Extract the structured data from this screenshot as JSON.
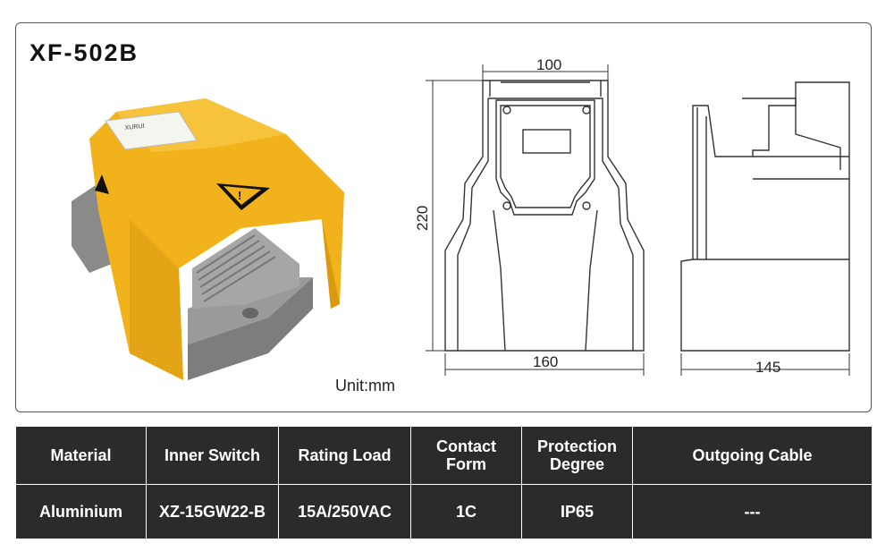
{
  "model": "XF-502B",
  "unit_label": "Unit:mm",
  "dimensions": {
    "front_width": "100",
    "height": "220",
    "base_width": "160",
    "side_depth": "145"
  },
  "product_label_text": "XURUI",
  "table": {
    "headers": [
      "Material",
      "Inner Switch",
      "Rating Load",
      "Contact Form",
      "Protection Degree",
      "Outgoing Cable"
    ],
    "values": [
      "Aluminium",
      "XZ-15GW22-B",
      "15A/250VAC",
      "1C",
      "IP65",
      "---"
    ]
  },
  "colors": {
    "housing_yellow": "#f2b21c",
    "pedal_gray": "#8e8e8e",
    "table_bg": "#2b2b2b"
  }
}
